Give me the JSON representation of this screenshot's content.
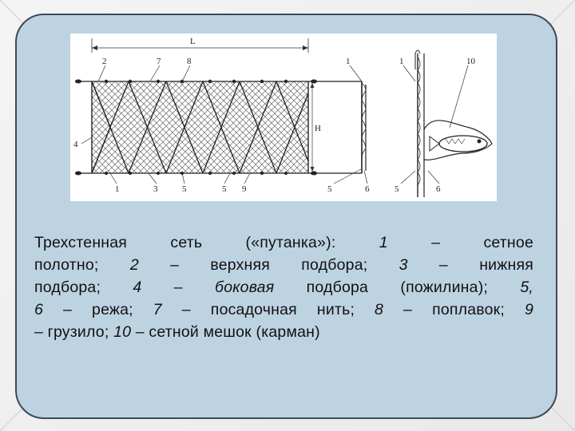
{
  "figure": {
    "labels": {
      "L": "L",
      "H": "H",
      "n1": "1",
      "n2": "2",
      "n3": "3",
      "n4": "4",
      "n5": "5",
      "n6": "6",
      "n7": "7",
      "n8": "8",
      "n9": "9",
      "n10": "10"
    }
  },
  "caption": {
    "line1_a": "Трехстенная сеть («путанка»): ",
    "line1_n": "1",
    "line1_b": " – сетное",
    "line2_a": "полотно; ",
    "line2_n1": "2",
    "line2_b": " – верхняя подбора; ",
    "line2_n2": "3",
    "line2_c": " – нижняя",
    "line3_a": "подбора; ",
    "line3_i": "4 – боковая",
    "line3_b": " подбора (пожилина); ",
    "line3_n": "5,",
    "line4_n1": "6",
    "line4_a": " – режа; ",
    "line4_n2": "7",
    "line4_b": " – посадочная нить; ",
    "line4_n3": "8",
    "line4_c": " – поплавок; ",
    "line4_n4": "9",
    "line5_a": "– грузило; ",
    "line5_n": "10",
    "line5_b": " – сетной мешок (карман)"
  }
}
